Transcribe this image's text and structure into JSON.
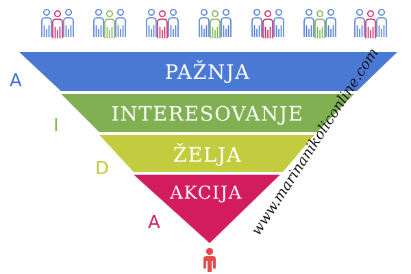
{
  "levels": [
    {
      "label": "PAŽNJA",
      "color": "#4a79d4",
      "letter": "A",
      "letter_color": "#3c6fd1"
    },
    {
      "label": "INTERESOVANJE",
      "color": "#80b052",
      "letter": "I",
      "letter_color": "#86b653"
    },
    {
      "label": "ŽELJA",
      "color": "#c3cc3f",
      "letter": "D",
      "letter_color": "#bcc83b"
    },
    {
      "label": "AKCIJA",
      "color": "#d21c5e",
      "letter": "A",
      "letter_color": "#d31d5f"
    }
  ],
  "watermark": "www.marinanikoliconline.com",
  "crowd_icon": "people-group-icon",
  "person_icon": "person-icon",
  "crowd_colors": [
    "#d21c5e",
    "#80b052",
    "#d21c5e",
    "#80b052",
    "#d21c5e",
    "#80b052",
    "#d21c5e"
  ],
  "crowd_outline_color": "#4a79d4",
  "person_color": "#e54b4b"
}
